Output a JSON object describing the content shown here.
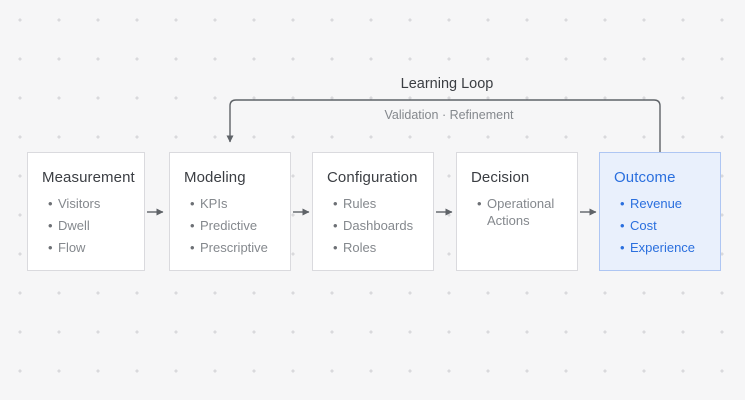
{
  "diagram": {
    "loop": {
      "title": "Learning Loop",
      "subtitle": "Validation · Refinement"
    },
    "stages": [
      {
        "title": "Measurement",
        "items": [
          "Visitors",
          "Dwell",
          "Flow"
        ]
      },
      {
        "title": "Modeling",
        "items": [
          "KPIs",
          "Predictive",
          "Prescriptive"
        ]
      },
      {
        "title": "Configuration",
        "items": [
          "Rules",
          "Dashboards",
          "Roles"
        ]
      },
      {
        "title": "Decision",
        "items": [
          "Operational Actions"
        ]
      },
      {
        "title": "Outcome",
        "items": [
          "Revenue",
          "Cost",
          "Experience"
        ]
      }
    ],
    "glyphs": {
      "bullet": "•"
    },
    "colors": {
      "background": "#f6f6f7",
      "dot_grid": "#d9d9dc",
      "box_background": "#ffffff",
      "box_border": "#dadade",
      "title_text": "#3b3e43",
      "item_text": "#84888d",
      "arrow": "#5f6368",
      "highlight_background": "#e9f0fc",
      "highlight_border": "#aec6f3",
      "highlight_text": "#2a6fde"
    }
  }
}
